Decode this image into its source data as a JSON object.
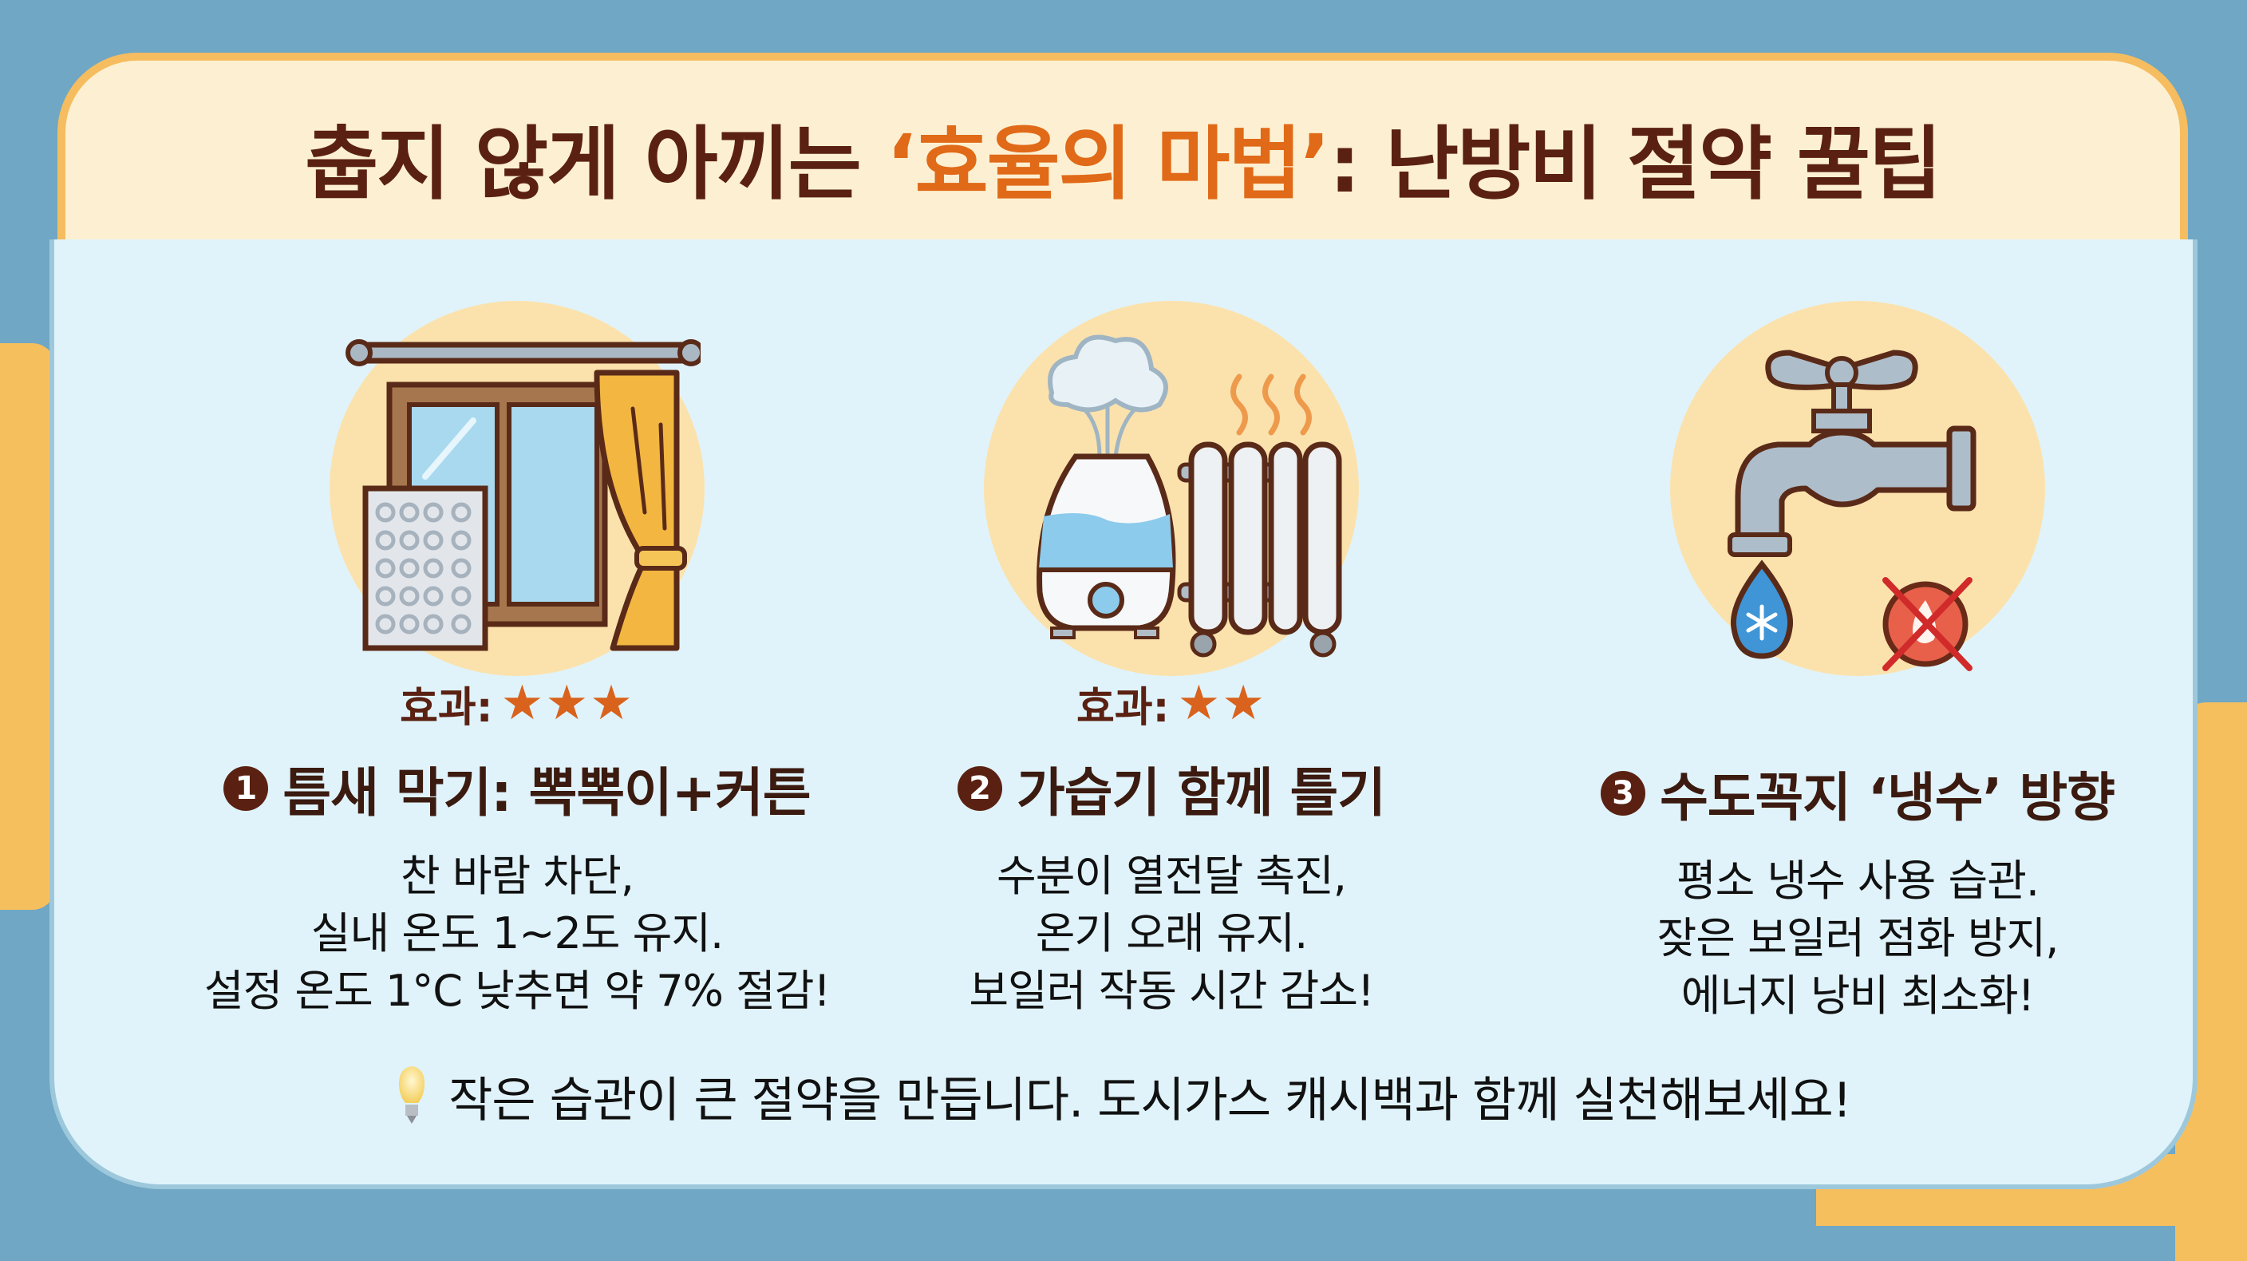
{
  "header": {
    "title_prefix": "춥지 않게 아끼는 ",
    "title_accent": "‘효율의 마법’",
    "title_suffix": ": 난방비 절약 꿀팁"
  },
  "colors": {
    "background": "#6fa7c4",
    "header_bg": "#fdf0d2",
    "header_border": "#f5bd5f",
    "panel_bg": "#e0f3fa",
    "title_text": "#5a2112",
    "title_accent": "#e06a18",
    "star": "#d9621c",
    "icon_circle": "#fbe2ad"
  },
  "tips": [
    {
      "number": "1",
      "icon": "window-curtain-bubblewrap-icon",
      "rating_label": "효과:",
      "stars": "★★★",
      "star_count": 3,
      "heading": "틈새 막기: 뽁뽁이+커튼",
      "lines": [
        "찬 바람 차단,",
        "실내 온도 1~2도 유지.",
        "설정 온도 1°C 낮추면 약 7% 절감!"
      ]
    },
    {
      "number": "2",
      "icon": "humidifier-radiator-icon",
      "rating_label": "효과:",
      "stars": "★★",
      "star_count": 2,
      "heading": "가습기 함께 틀기",
      "lines": [
        "수분이 열전달 촉진,",
        "온기 오래 유지.",
        "보일러 작동 시간 감소!"
      ]
    },
    {
      "number": "3",
      "icon": "faucet-cold-water-icon",
      "heading": "수도꼭지 ‘냉수’ 방향",
      "lines": [
        "평소 냉수 사용 습관.",
        "잦은 보일러 점화 방지,",
        "에너지 낭비 최소화!"
      ]
    }
  ],
  "footer": {
    "icon": "lightbulb-icon",
    "text": "작은 습관이 큰 절약을 만듭니다. 도시가스 캐시백과 함께 실천해보세요!"
  }
}
